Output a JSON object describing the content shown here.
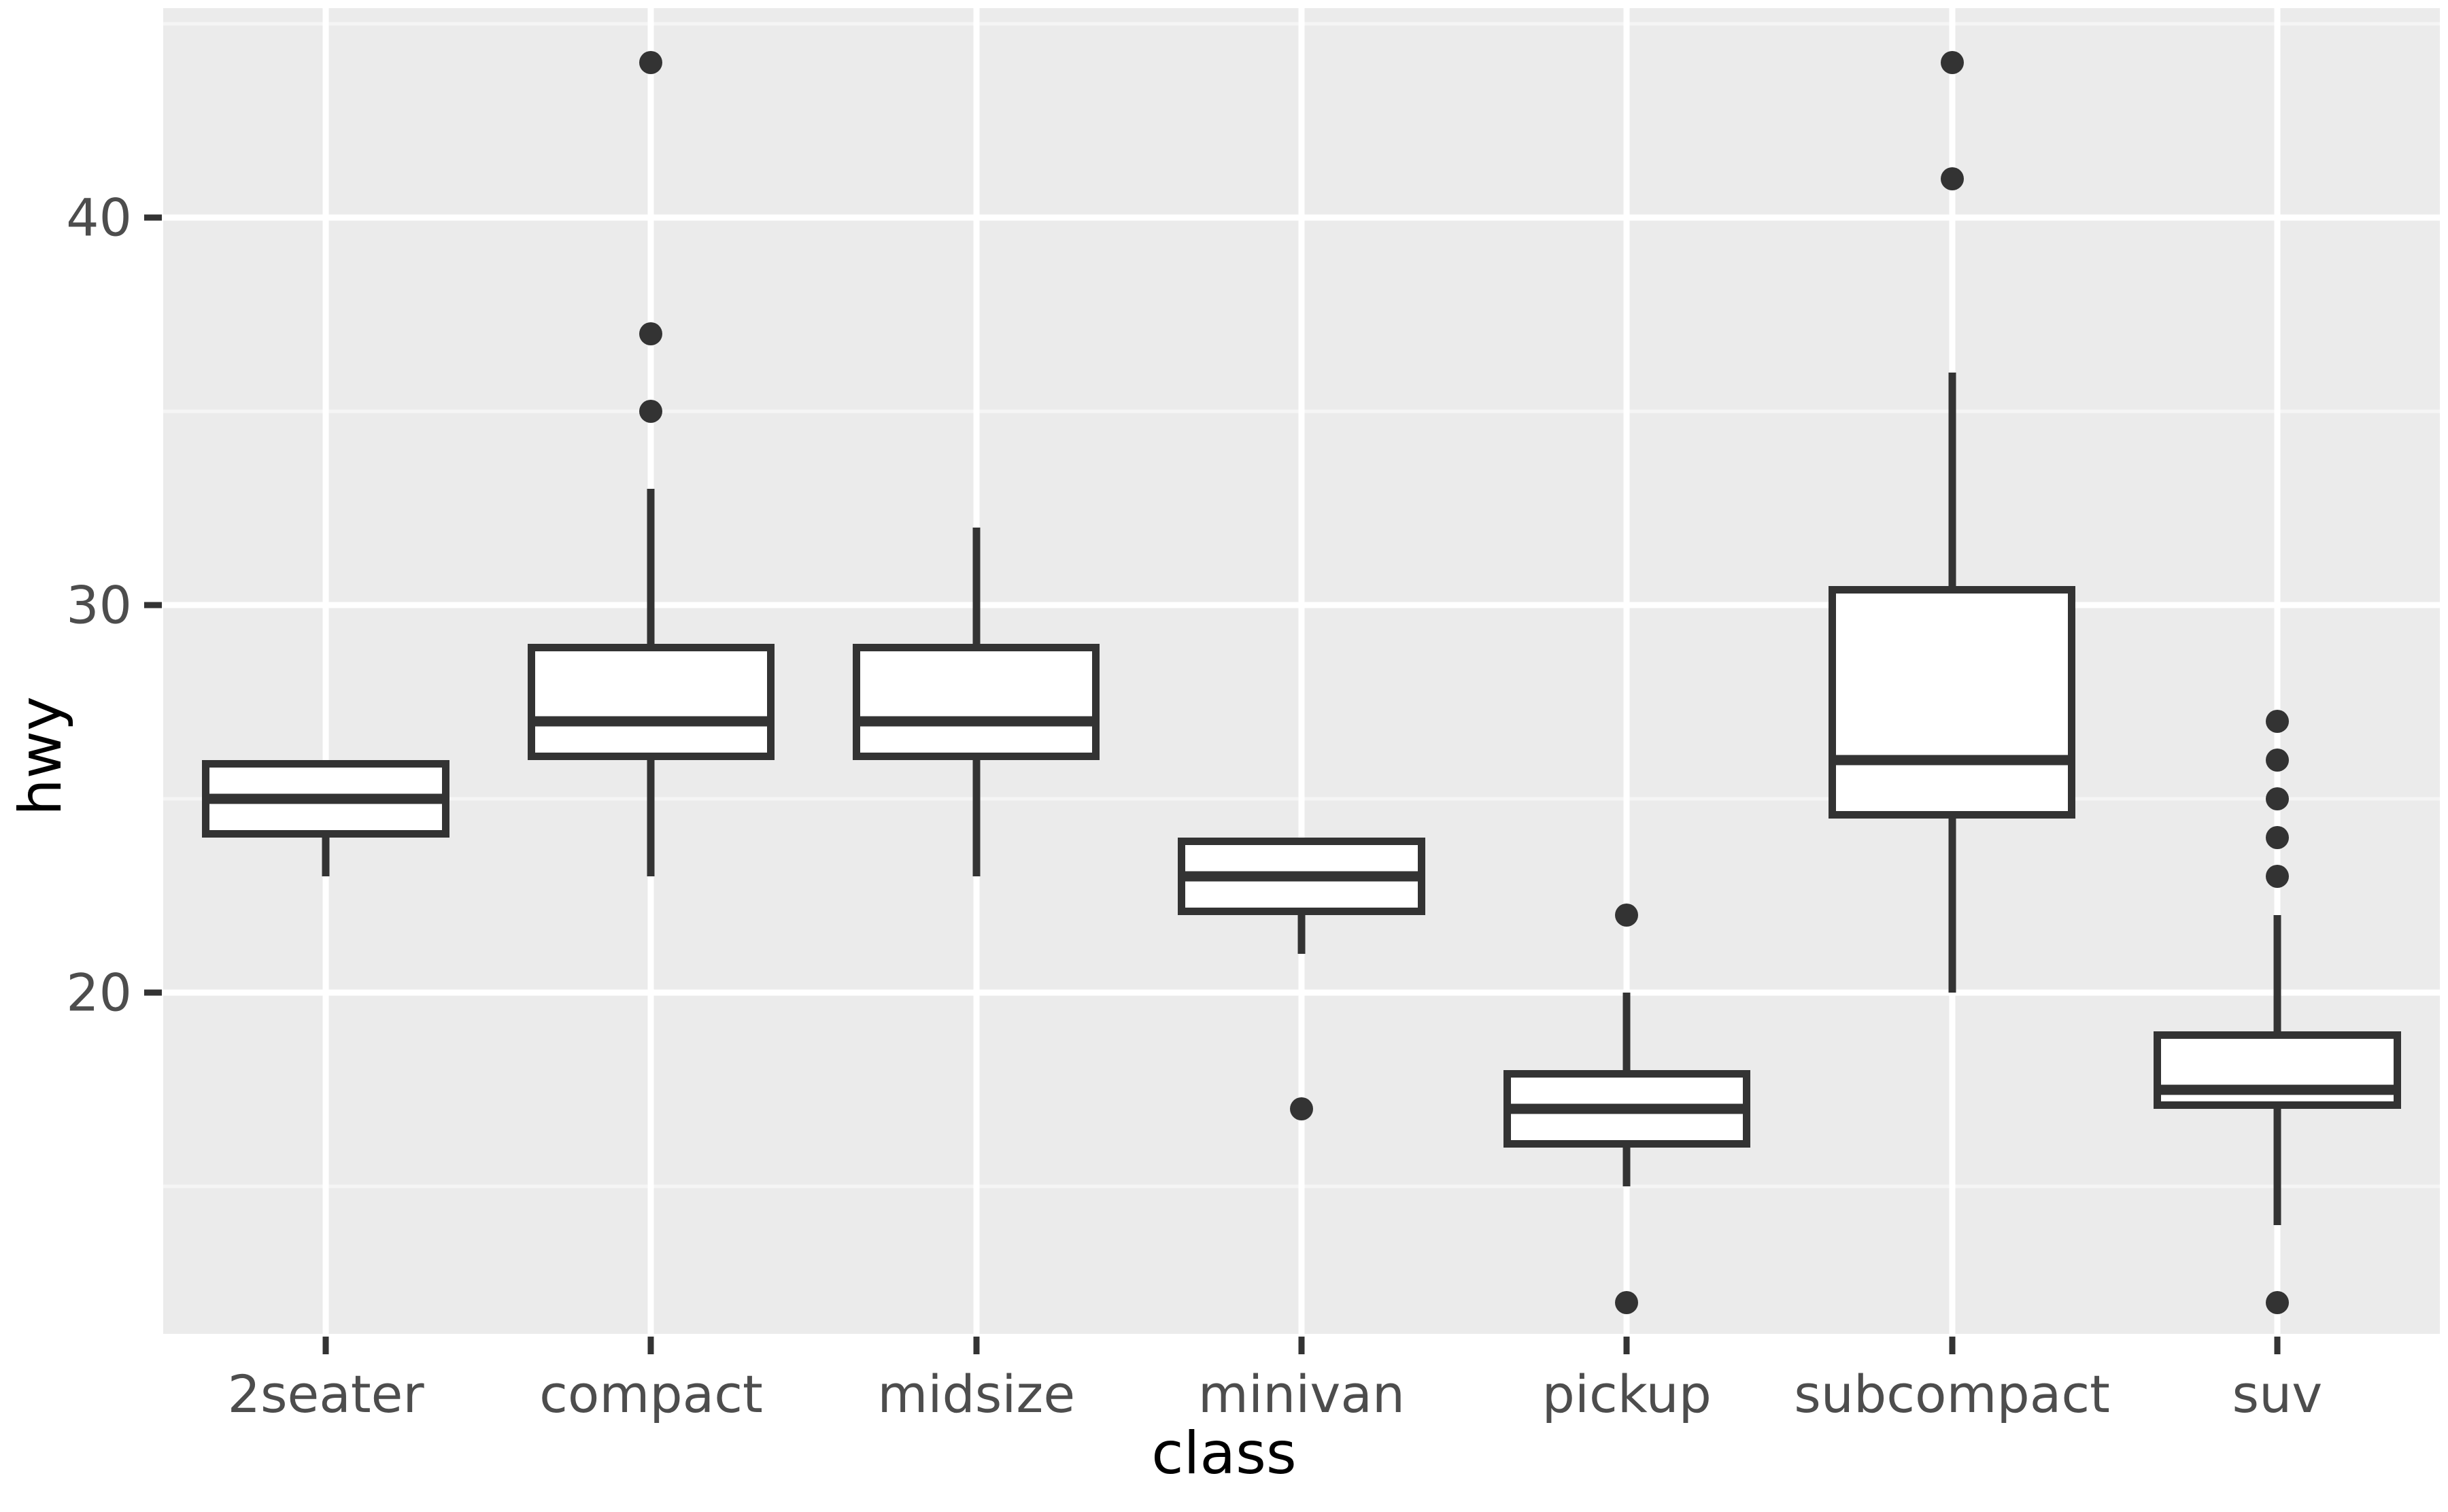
{
  "chart_data": {
    "type": "box",
    "title": "",
    "xlabel": "class",
    "ylabel": "hwy",
    "categories": [
      "2seater",
      "compact",
      "midsize",
      "minivan",
      "pickup",
      "subcompact",
      "suv"
    ],
    "yticks": [
      20,
      30,
      40
    ],
    "yticklabels": [
      "20",
      "30",
      "40"
    ],
    "ylim": [
      11.2,
      45.4
    ],
    "grid": "major-and-minor-horizontal, major-vertical",
    "legend": "none",
    "boxes": [
      {
        "category": "2seater",
        "whisker_low": 23,
        "q1": 24,
        "median": 25,
        "q3": 26,
        "whisker_high": 26,
        "outliers": []
      },
      {
        "category": "compact",
        "whisker_low": 23,
        "q1": 26,
        "median": 27,
        "q3": 29,
        "whisker_high": 33,
        "outliers": [
          44,
          37,
          35
        ]
      },
      {
        "category": "midsize",
        "whisker_low": 23,
        "q1": 26,
        "median": 27,
        "q3": 29,
        "whisker_high": 32,
        "outliers": []
      },
      {
        "category": "minivan",
        "whisker_low": 21,
        "q1": 22,
        "median": 23,
        "q3": 24,
        "whisker_high": 24,
        "outliers": [
          17
        ]
      },
      {
        "category": "pickup",
        "whisker_low": 15,
        "q1": 16,
        "median": 17,
        "q3": 18,
        "whisker_high": 20,
        "outliers": [
          22,
          12
        ]
      },
      {
        "category": "subcompact",
        "whisker_low": 20,
        "q1": 24.5,
        "median": 26,
        "q3": 30.5,
        "whisker_high": 36,
        "outliers": [
          44,
          41
        ]
      },
      {
        "category": "suv",
        "whisker_low": 14,
        "q1": 17,
        "median": 17.5,
        "q3": 19,
        "whisker_high": 22,
        "outliers": [
          27,
          26,
          25,
          24,
          23,
          12
        ]
      }
    ]
  },
  "axes": {
    "y_title": "hwy",
    "x_title": "class"
  },
  "style": {
    "panel_bg": "#ebebeb",
    "grid_major": "#ffffff",
    "grid_minor": "#f5f5f5",
    "ink": "#333333",
    "tick_text": "#4d4d4d",
    "title_text": "#000000",
    "box_fill": "#ffffff",
    "page_bg": "#ffffff"
  }
}
